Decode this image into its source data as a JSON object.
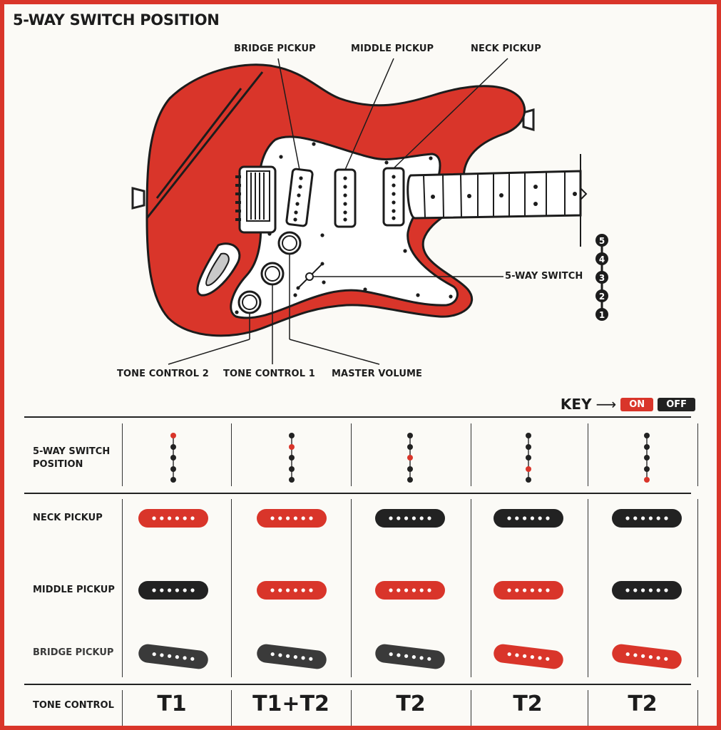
{
  "title": "5-WAY SWITCH POSITION",
  "guitar_labels": {
    "bridge_pickup": "BRIDGE PICKUP",
    "middle_pickup": "MIDDLE PICKUP",
    "neck_pickup": "NECK PICKUP",
    "five_way_switch": "5-WAY SWITCH",
    "tone_control_2": "TONE CONTROL 2",
    "tone_control_1": "TONE CONTROL 1",
    "master_volume": "MASTER VOLUME"
  },
  "switch_position_numbers": [
    "5",
    "4",
    "3",
    "2",
    "1"
  ],
  "key": {
    "label": "KEY",
    "on": "ON",
    "off": "OFF"
  },
  "colors": {
    "on": "#d9352a",
    "off": "#222222",
    "off_faded": "#3a3a3a",
    "body": "#d9352a",
    "pickguard": "#ffffff"
  },
  "table": {
    "row_labels": {
      "switch": [
        "5-WAY SWITCH",
        "POSITION"
      ],
      "neck": "NECK PICKUP",
      "middle": "MIDDLE PICKUP",
      "bridge": "BRIDGE PICKUP",
      "tone": "TONE CONTROL"
    },
    "columns": [
      {
        "switch_active": 1,
        "neck": "on",
        "middle": "off",
        "bridge": "off",
        "tone": "T1"
      },
      {
        "switch_active": 2,
        "neck": "on",
        "middle": "on",
        "bridge": "off",
        "tone": "T1+T2"
      },
      {
        "switch_active": 3,
        "neck": "off",
        "middle": "on",
        "bridge": "off",
        "tone": "T2"
      },
      {
        "switch_active": 4,
        "neck": "off",
        "middle": "on",
        "bridge": "on",
        "tone": "T2"
      },
      {
        "switch_active": 5,
        "neck": "off",
        "middle": "off",
        "bridge": "on",
        "tone": "T2"
      }
    ]
  }
}
